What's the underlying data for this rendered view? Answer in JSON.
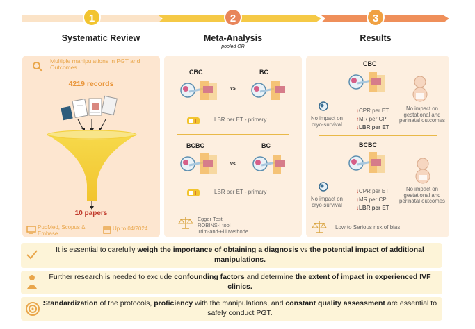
{
  "steps": [
    {
      "number": "1",
      "title": "Systematic Review"
    },
    {
      "number": "2",
      "title": "Meta-Analysis",
      "subtitle": "pooled OR"
    },
    {
      "number": "3",
      "title": "Results"
    }
  ],
  "review": {
    "search_text": "Multiple manipulations in PGT and Outcomes",
    "records": "4219 records",
    "papers": "10 papers",
    "databases": "PubMed, Scopus & Embase",
    "date": "Up to 04/2024"
  },
  "meta": {
    "top": {
      "left_label": "CBC",
      "vs": "vs",
      "right_label": "BC",
      "measure": "LBR per ET - primary"
    },
    "bottom": {
      "left_label": "BCBC",
      "vs": "vs",
      "right_label": "BC",
      "measure": "LBR per ET - primary"
    },
    "methods": [
      "Egger Test",
      "ROBINS-I tool",
      "Trim-and-Fill Methode"
    ]
  },
  "results": {
    "top": {
      "label": "CBC",
      "cryo": "No impact on cryo-survival",
      "cpr": "CPR per ET",
      "mr": "MR per CP",
      "lbr": "LBR per ET",
      "gest": "No impact on gestational and perinatal outcomes"
    },
    "bottom": {
      "label": "BCBC",
      "cryo": "No impact on cryo-survival",
      "cpr": "CPR per ET",
      "mr": "MR per CP",
      "lbr": "LBR per ET",
      "gest": "No impact on gestational and perinatal outcomes"
    },
    "bias": "Low to Serious risk of bias"
  },
  "banners": [
    {
      "pre": "It is essential to carefully ",
      "b1": "weigh the importance of obtaining a diagnosis",
      "mid": " vs ",
      "b2": "the potential impact of additional manipulations."
    },
    {
      "pre": "Further research is needed to exclude ",
      "b1": "confounding factors",
      "mid": " and determine ",
      "b2": "the extent of impact in experienced IVF clinics."
    },
    {
      "b1": "Standardization",
      "t1": " of the protocols, ",
      "b2": "proficiency",
      "t2": " with the manipulations, and ",
      "b3": "constant quality assessment",
      "t3": " are essential to safely conduct PGT."
    }
  ],
  "colors": {
    "step1": "#f0c63a",
    "step2": "#e98c5d",
    "step3": "#ed8b5b",
    "panel1": "#fde9d3",
    "panel2": "#fdf0e2",
    "panel3": "#fdf0e2",
    "banner": "#fdf4d8"
  }
}
